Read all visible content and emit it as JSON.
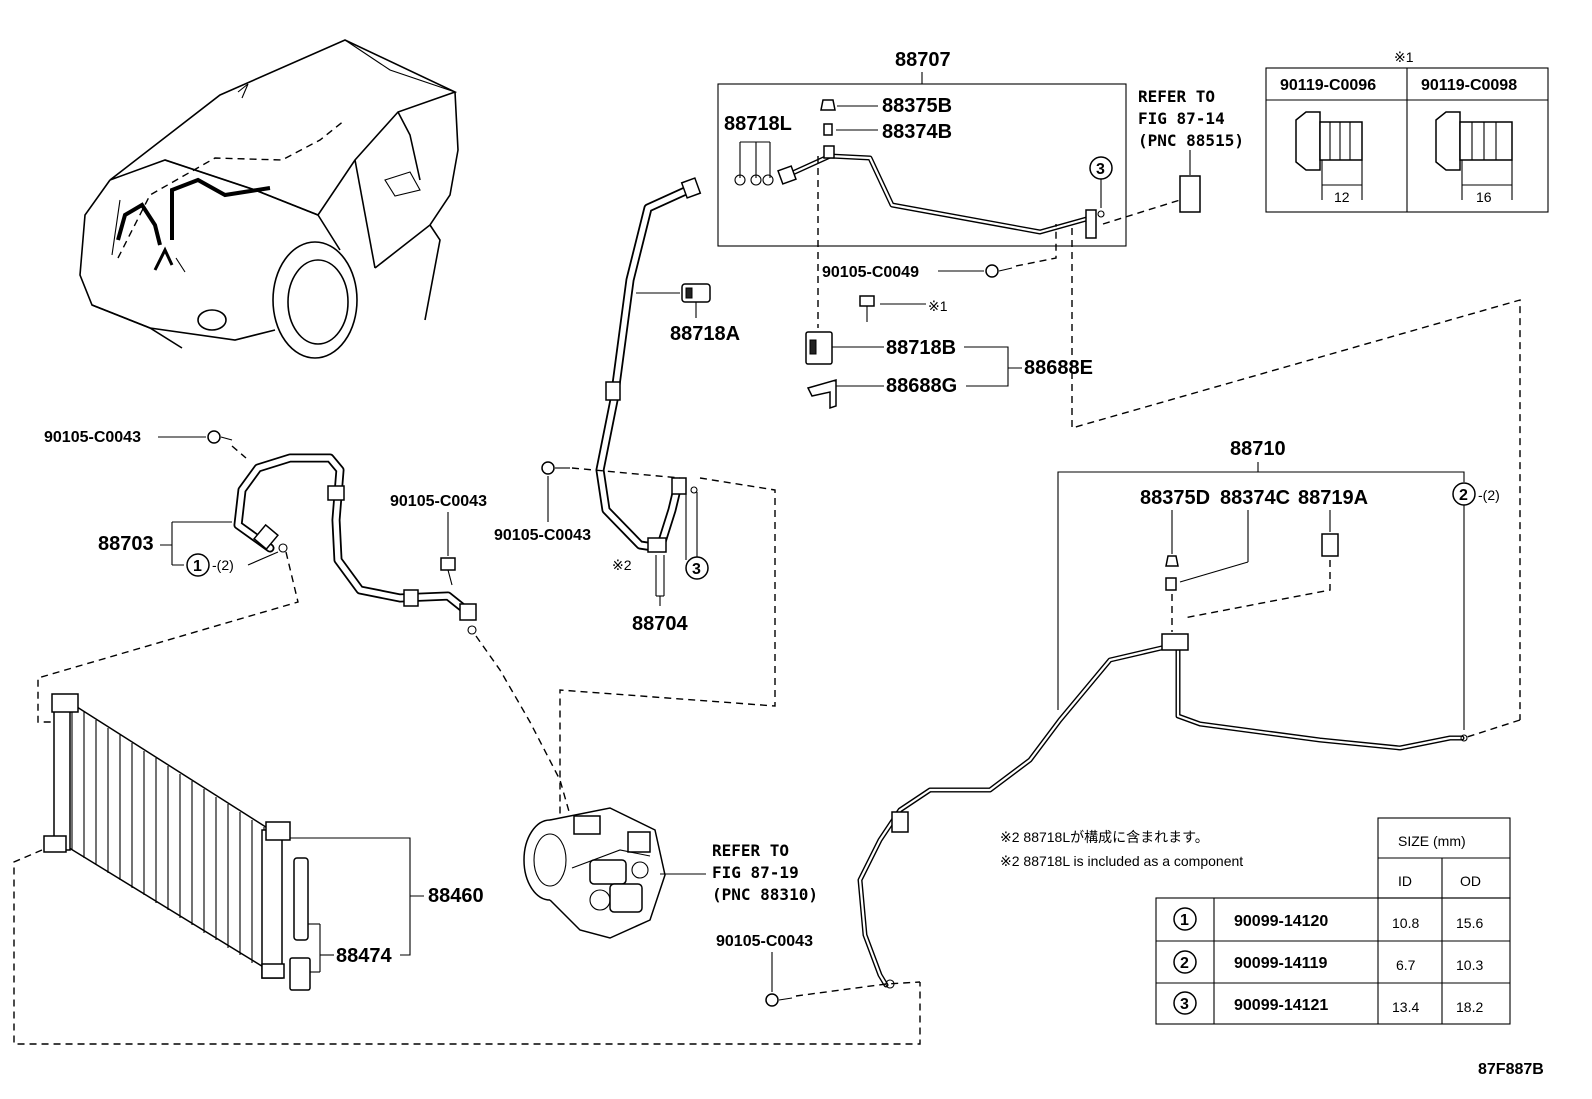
{
  "diagram_code": "87F887B",
  "labels": {
    "p88707": "88707",
    "p88375B": "88375B",
    "p88374B": "88374B",
    "p88718L": "88718L",
    "p88718A": "88718A",
    "p90105_C0049": "90105-C0049",
    "mark1_bolt": "※1",
    "p88718B": "88718B",
    "p88688G": "88688G",
    "p88688E": "88688E",
    "p90105_C0043_a": "90105-C0043",
    "p90105_C0043_b": "90105-C0043",
    "p90105_C0043_c": "90105-C0043",
    "p90105_C0043_d": "90105-C0043",
    "p88703": "88703",
    "p88704": "88704",
    "mark2": "※2",
    "p88710": "88710",
    "p88375D": "88375D",
    "p88374C": "88374C",
    "p88719A": "88719A",
    "p88460": "88460",
    "p88474": "88474"
  },
  "callouts": {
    "c1": "1",
    "c1_qty": "-(2)",
    "c2": "2",
    "c2_qty": "-(2)",
    "c3_top": "3",
    "c3_mid": "3"
  },
  "refers": {
    "r1": [
      "REFER TO",
      "FIG 87-14",
      "(PNC 88515)"
    ],
    "r2": [
      "REFER TO",
      "FIG 87-19",
      "(PNC 88310)"
    ]
  },
  "bolt_table": {
    "mark": "※1",
    "cols": [
      {
        "part": "90119-C0096",
        "dim": "12"
      },
      {
        "part": "90119-C0098",
        "dim": "16"
      }
    ]
  },
  "notes": {
    "jp": "※2 88718Lが構成に含まれます。",
    "en": "※2 88718L is included as a component"
  },
  "size_table": {
    "header": "SIZE (mm)",
    "id_label": "ID",
    "od_label": "OD",
    "rows": [
      {
        "no": "1",
        "part": "90099-14120",
        "id": "10.8",
        "od": "15.6"
      },
      {
        "no": "2",
        "part": "90099-14119",
        "id": "6.7",
        "od": "10.3"
      },
      {
        "no": "3",
        "part": "90099-14121",
        "id": "13.4",
        "od": "18.2"
      }
    ]
  }
}
